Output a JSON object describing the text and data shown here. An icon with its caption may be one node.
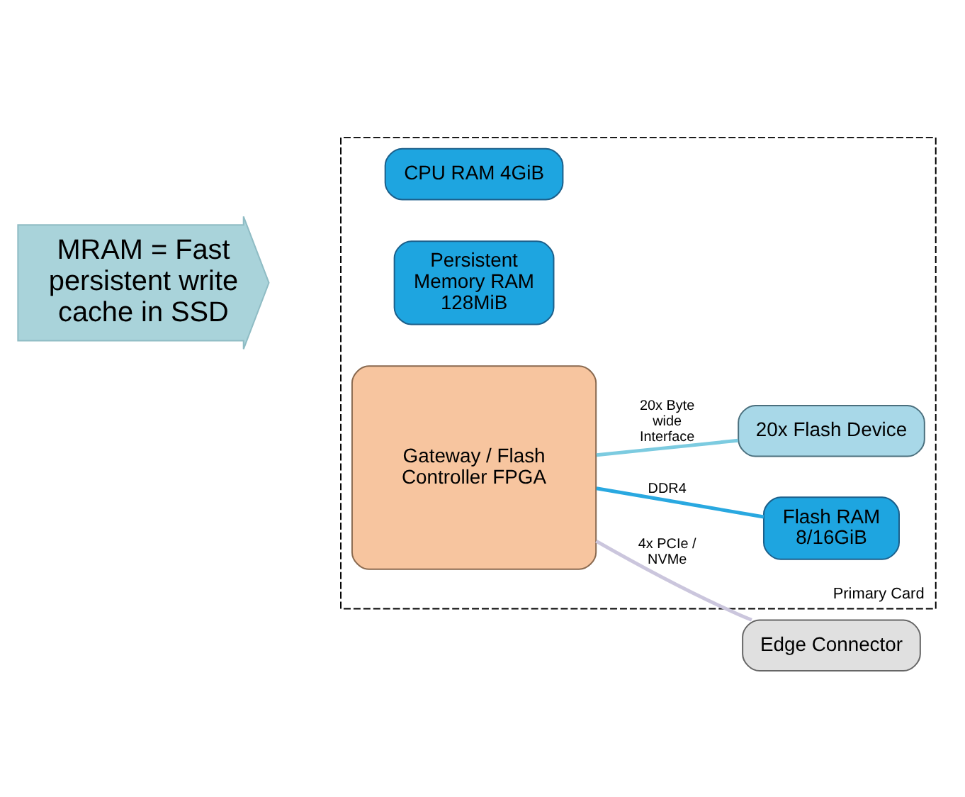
{
  "diagram": {
    "nodes": [
      {
        "text": [
          "Primary Card"
        ]
      },
      {
        "text": [
          "CPU RAM 4GiB"
        ],
        "in": 0
      },
      {
        "text": [
          "MRAM = Fast persistent write cache in SSD"
        ]
      },
      {
        "text": [
          "Persistent Memory RAM 128MiB"
        ],
        "in": 0
      },
      {
        "text": [
          "Gateway / Flash Controller FPGA"
        ],
        "in": 0
      },
      {
        "text": [
          "Flash RAM 8/16GiB"
        ],
        "in": 0
      },
      {
        "text": [
          "20x Flash Device"
        ],
        "in": 0
      },
      {
        "text": [
          "Edge Connector"
        ]
      }
    ],
    "edges": [
      {
        "from": 4,
        "to": 5,
        "arrow": "none",
        "label": "DDR4",
        "color": "#29a8e0"
      },
      {
        "from": 4,
        "to": 6,
        "arrow": "none",
        "label": "20x Byte wide Interface",
        "color": "#7ccbe0"
      },
      {
        "from": 4,
        "to": 7,
        "arrow": "none",
        "label": "4x PCIe / NVMe",
        "color": "#cbc6dd"
      }
    ]
  }
}
